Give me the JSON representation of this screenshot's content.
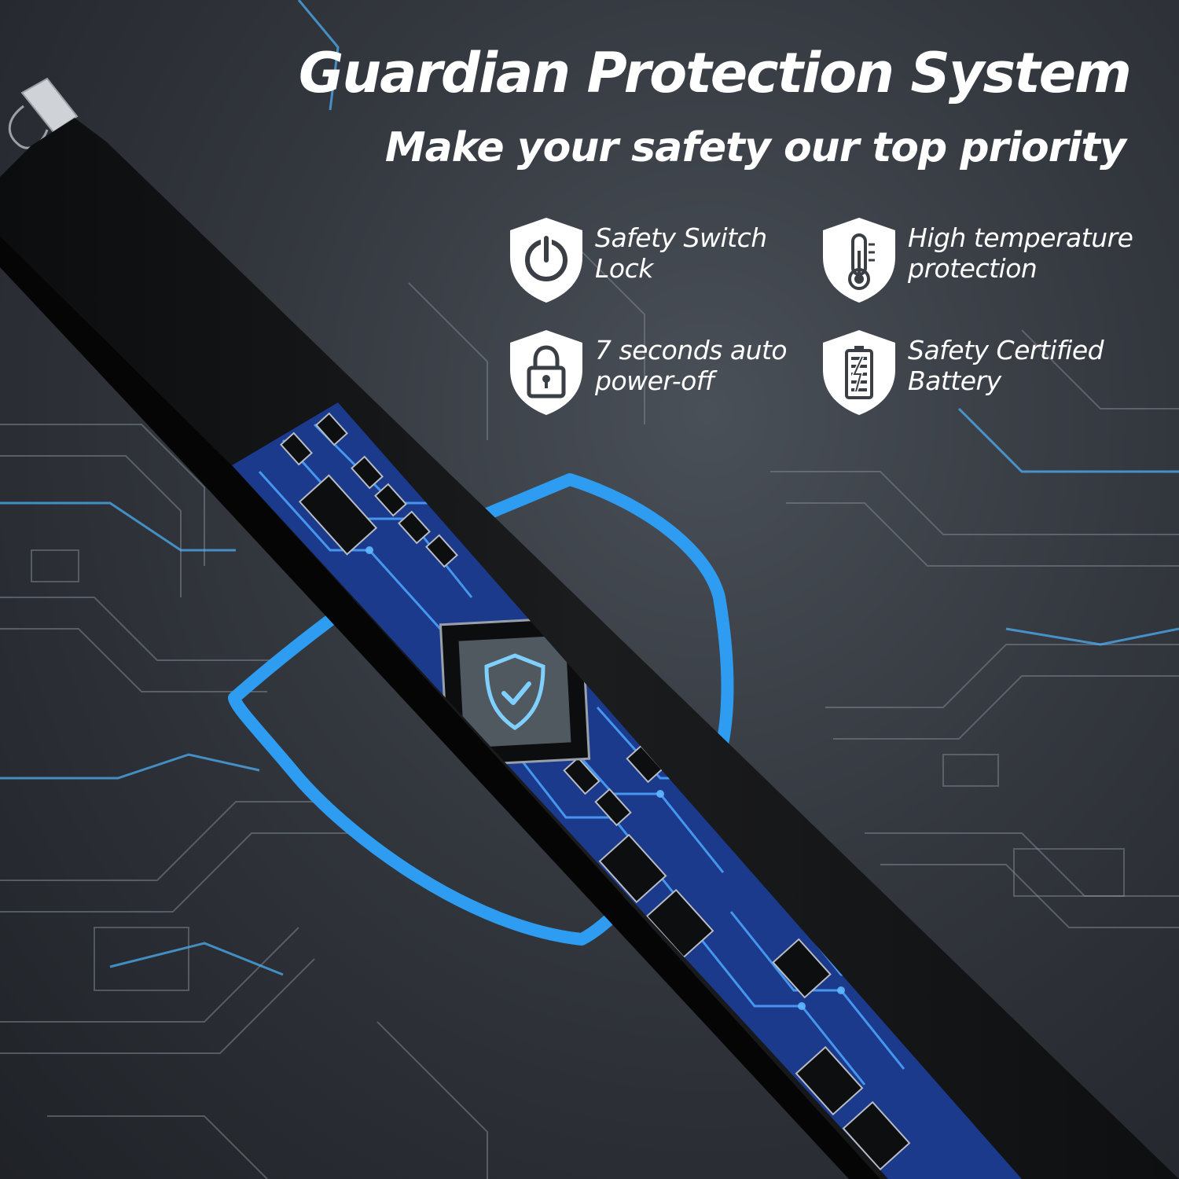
{
  "header": {
    "title": "Guardian Protection System",
    "subtitle": "Make your safety our top priority"
  },
  "features": [
    {
      "icon": "power-icon",
      "line1": "Safety Switch",
      "line2": "Lock"
    },
    {
      "icon": "thermometer-icon",
      "line1": "High temperature",
      "line2": "protection"
    },
    {
      "icon": "padlock-icon",
      "line1": "7 seconds auto",
      "line2": "power-off"
    },
    {
      "icon": "battery-icon",
      "line1": "Safety Certified",
      "line2": "Battery"
    }
  ],
  "colors": {
    "accent_blue": "#2e9cf0",
    "circuit_board": "#1c3a8c",
    "lighter_body": "#161719",
    "text": "#ffffff"
  }
}
